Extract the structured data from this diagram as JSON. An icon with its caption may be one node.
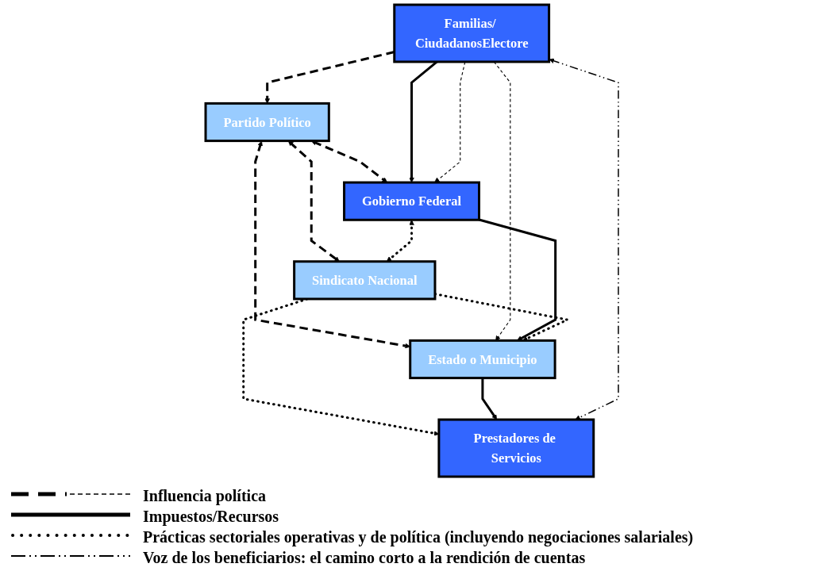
{
  "diagram": {
    "nodes": [
      {
        "text": [
          "Gobierno Federal"
        ]
      },
      {
        "text": [
          "Partido Político"
        ]
      },
      {
        "text": [
          "Sindicato Nacional"
        ]
      },
      {
        "text": [
          "Estado o Municipio"
        ]
      },
      {
        "text": [
          "Familias/ CiudadanosElectore"
        ]
      },
      {
        "text": [
          "Prestadores de Servicios"
        ]
      }
    ],
    "edges": [
      {
        "from": 1,
        "to": 0,
        "arrow": "both",
        "style": "dashed"
      },
      {
        "from": 1,
        "to": 2,
        "arrow": "both",
        "style": "dashed"
      },
      {
        "from": 1,
        "to": 3,
        "arrow": "both",
        "style": "dashed"
      },
      {
        "from": 4,
        "to": 1,
        "arrow": "to",
        "style": "dashed"
      },
      {
        "from": 4,
        "to": 0,
        "arrow": "to"
      },
      {
        "from": 4,
        "to": 0,
        "arrow": "to",
        "style": "dashed"
      },
      {
        "from": 4,
        "to": 3,
        "arrow": "to",
        "style": "dashed"
      },
      {
        "from": 0,
        "to": 3,
        "arrow": "to"
      },
      {
        "from": 0,
        "to": 2,
        "arrow": "both",
        "style": "dashed"
      },
      {
        "from": 2,
        "to": 3,
        "arrow": "to",
        "style": "dashed"
      },
      {
        "from": 2,
        "to": 5,
        "arrow": "to",
        "style": "dashed"
      },
      {
        "from": 3,
        "to": 5,
        "arrow": "to"
      },
      {
        "from": 4,
        "to": 5,
        "arrow": "both",
        "style": "dashed"
      }
    ],
    "legend": [
      {
        "text": "Influencia política"
      },
      {
        "text": "Impuestos/Recursos"
      },
      {
        "text": "Prácticas sectoriales operativas y de política (incluyendo negociaciones salariales)"
      },
      {
        "text": "Voz de los beneficiarios: el camino corto a la rendición de cuentas"
      }
    ]
  }
}
